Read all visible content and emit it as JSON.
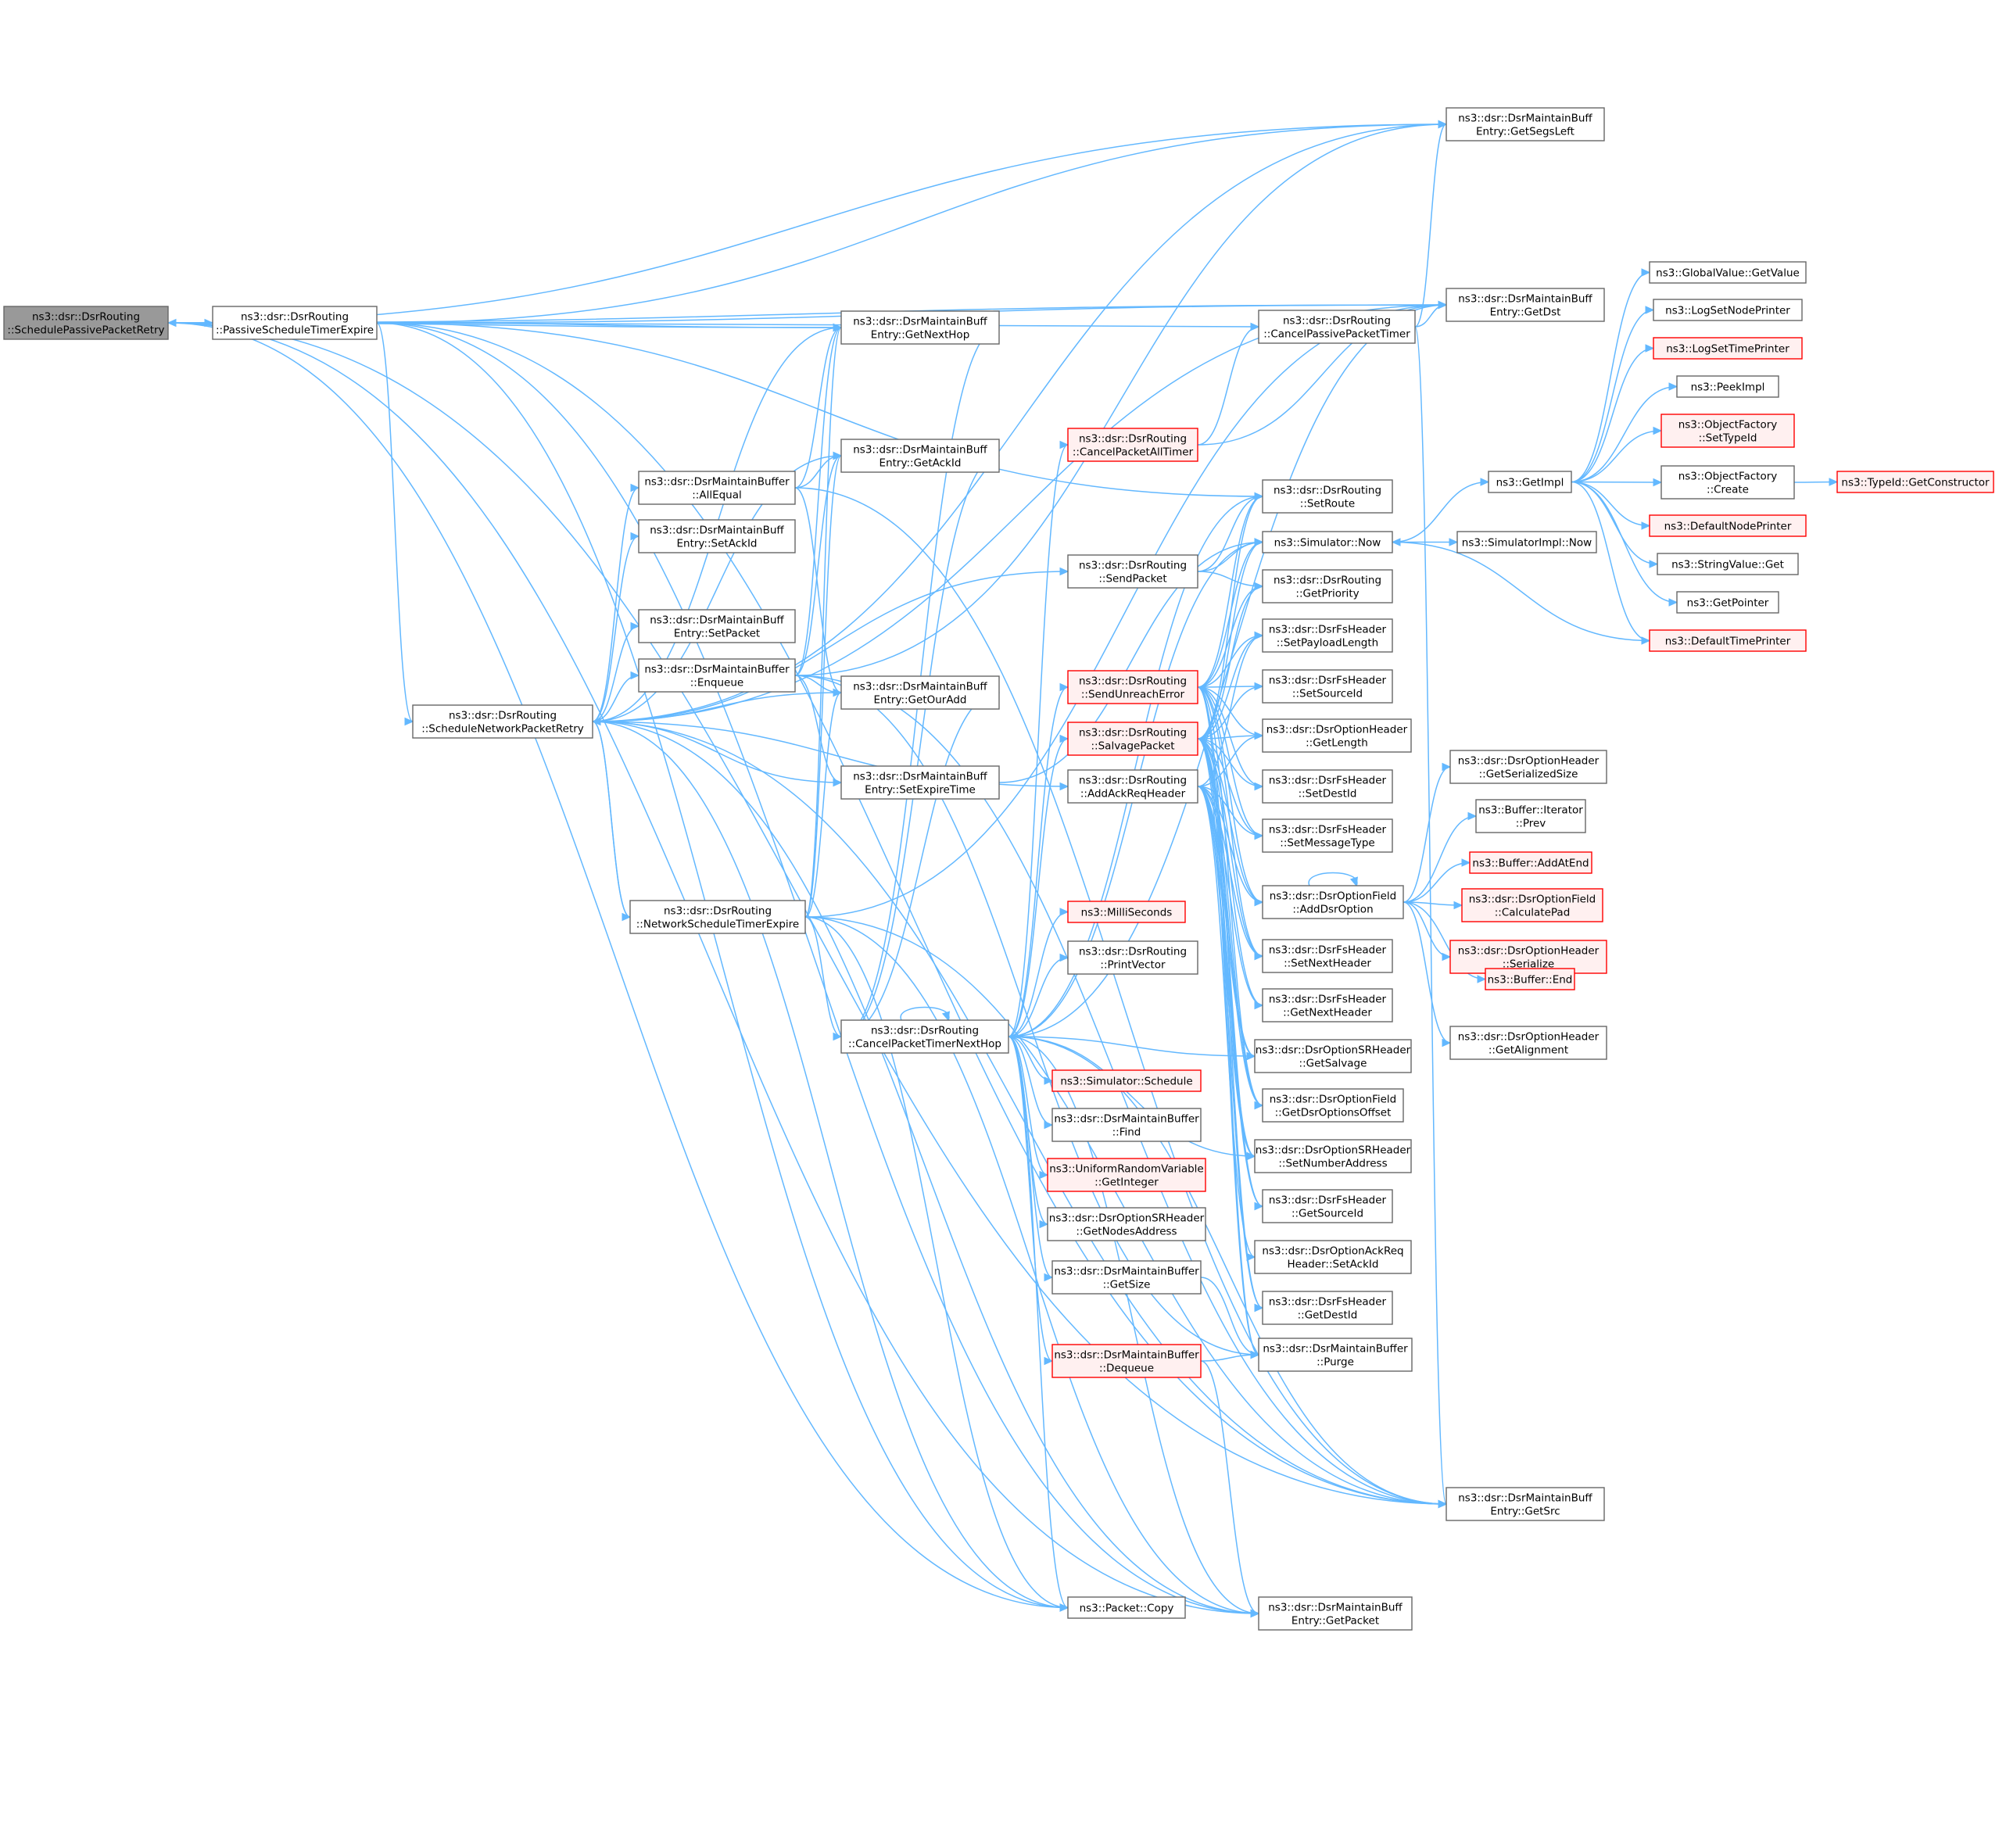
{
  "colors": {
    "edge": "#63b8ff",
    "node_fill": "#ffffff",
    "node_border": "#666666",
    "root_fill": "#999999",
    "root_border": "#666666",
    "truncated_fill": "#fff0f0",
    "truncated_border": "#ff0000",
    "text": "#000000"
  },
  "nodes": [
    {
      "id": "root",
      "lines": [
        "ns3::dsr::DsrRouting",
        "::SchedulePassivePacketRetry"
      ],
      "style": "root"
    },
    {
      "id": "passiveExpire",
      "lines": [
        "ns3::dsr::DsrRouting",
        "::PassiveScheduleTimerExpire"
      ],
      "style": "normal"
    },
    {
      "id": "schedNet",
      "lines": [
        "ns3::dsr::DsrRouting",
        "::ScheduleNetworkPacketRetry"
      ],
      "style": "normal"
    },
    {
      "id": "netExpire",
      "lines": [
        "ns3::dsr::DsrRouting",
        "::NetworkScheduleTimerExpire"
      ],
      "style": "normal"
    },
    {
      "id": "allEqual",
      "lines": [
        "ns3::dsr::DsrMaintainBuffer",
        "::AllEqual"
      ],
      "style": "normal"
    },
    {
      "id": "setAckId",
      "lines": [
        "ns3::dsr::DsrMaintainBuff",
        "Entry::SetAckId"
      ],
      "style": "normal"
    },
    {
      "id": "setPacket",
      "lines": [
        "ns3::dsr::DsrMaintainBuff",
        "Entry::SetPacket"
      ],
      "style": "normal"
    },
    {
      "id": "enqueue",
      "lines": [
        "ns3::dsr::DsrMaintainBuffer",
        "::Enqueue"
      ],
      "style": "normal"
    },
    {
      "id": "getNextHop",
      "lines": [
        "ns3::dsr::DsrMaintainBuff",
        "Entry::GetNextHop"
      ],
      "style": "normal"
    },
    {
      "id": "getAckId",
      "lines": [
        "ns3::dsr::DsrMaintainBuff",
        "Entry::GetAckId"
      ],
      "style": "normal"
    },
    {
      "id": "getOurAdd",
      "lines": [
        "ns3::dsr::DsrMaintainBuff",
        "Entry::GetOurAdd"
      ],
      "style": "normal"
    },
    {
      "id": "setExpireTime",
      "lines": [
        "ns3::dsr::DsrMaintainBuff",
        "Entry::SetExpireTime"
      ],
      "style": "normal"
    },
    {
      "id": "cancelPktTimerNH",
      "lines": [
        "ns3::dsr::DsrRouting",
        "::CancelPacketTimerNextHop"
      ],
      "style": "normal"
    },
    {
      "id": "cancelAllTimer",
      "lines": [
        "ns3::dsr::DsrRouting",
        "::CancelPacketAllTimer"
      ],
      "style": "red"
    },
    {
      "id": "sendPacket",
      "lines": [
        "ns3::dsr::DsrRouting",
        "::SendPacket"
      ],
      "style": "normal"
    },
    {
      "id": "sendUnreach",
      "lines": [
        "ns3::dsr::DsrRouting",
        "::SendUnreachError"
      ],
      "style": "red"
    },
    {
      "id": "salvage",
      "lines": [
        "ns3::dsr::DsrRouting",
        "::SalvagePacket"
      ],
      "style": "red"
    },
    {
      "id": "addAckReq",
      "lines": [
        "ns3::dsr::DsrRouting",
        "::AddAckReqHeader"
      ],
      "style": "normal"
    },
    {
      "id": "milliSeconds",
      "lines": [
        "ns3::MilliSeconds"
      ],
      "style": "red"
    },
    {
      "id": "printVector",
      "lines": [
        "ns3::dsr::DsrRouting",
        "::PrintVector"
      ],
      "style": "normal"
    },
    {
      "id": "simSchedule",
      "lines": [
        "ns3::Simulator::Schedule"
      ],
      "style": "red"
    },
    {
      "id": "find",
      "lines": [
        "ns3::dsr::DsrMaintainBuffer",
        "::Find"
      ],
      "style": "normal"
    },
    {
      "id": "getInteger",
      "lines": [
        "ns3::UniformRandomVariable",
        "::GetInteger"
      ],
      "style": "red"
    },
    {
      "id": "getNodesAddress",
      "lines": [
        "ns3::dsr::DsrOptionSRHeader",
        "::GetNodesAddress"
      ],
      "style": "normal"
    },
    {
      "id": "getSize",
      "lines": [
        "ns3::dsr::DsrMaintainBuffer",
        "::GetSize"
      ],
      "style": "normal"
    },
    {
      "id": "dequeue",
      "lines": [
        "ns3::dsr::DsrMaintainBuffer",
        "::Dequeue"
      ],
      "style": "red"
    },
    {
      "id": "packetCopy",
      "lines": [
        "ns3::Packet::Copy"
      ],
      "style": "normal"
    },
    {
      "id": "getSegsLeft",
      "lines": [
        "ns3::dsr::DsrMaintainBuff",
        "Entry::GetSegsLeft"
      ],
      "style": "normal"
    },
    {
      "id": "getDst",
      "lines": [
        "ns3::dsr::DsrMaintainBuff",
        "Entry::GetDst"
      ],
      "style": "normal"
    },
    {
      "id": "cancelPassive",
      "lines": [
        "ns3::dsr::DsrRouting",
        "::CancelPassivePacketTimer"
      ],
      "style": "normal"
    },
    {
      "id": "setRoute",
      "lines": [
        "ns3::dsr::DsrRouting",
        "::SetRoute"
      ],
      "style": "normal"
    },
    {
      "id": "simNow",
      "lines": [
        "ns3::Simulator::Now"
      ],
      "style": "normal"
    },
    {
      "id": "getPriority",
      "lines": [
        "ns3::dsr::DsrRouting",
        "::GetPriority"
      ],
      "style": "normal"
    },
    {
      "id": "setPayloadLength",
      "lines": [
        "ns3::dsr::DsrFsHeader",
        "::SetPayloadLength"
      ],
      "style": "normal"
    },
    {
      "id": "setSourceId",
      "lines": [
        "ns3::dsr::DsrFsHeader",
        "::SetSourceId"
      ],
      "style": "normal"
    },
    {
      "id": "getLength",
      "lines": [
        "ns3::dsr::DsrOptionHeader",
        "::GetLength"
      ],
      "style": "normal"
    },
    {
      "id": "setDestId",
      "lines": [
        "ns3::dsr::DsrFsHeader",
        "::SetDestId"
      ],
      "style": "normal"
    },
    {
      "id": "setMessageType",
      "lines": [
        "ns3::dsr::DsrFsHeader",
        "::SetMessageType"
      ],
      "style": "normal"
    },
    {
      "id": "addDsrOption",
      "lines": [
        "ns3::dsr::DsrOptionField",
        "::AddDsrOption"
      ],
      "style": "normal"
    },
    {
      "id": "setNextHeader",
      "lines": [
        "ns3::dsr::DsrFsHeader",
        "::SetNextHeader"
      ],
      "style": "normal"
    },
    {
      "id": "getNextHeader",
      "lines": [
        "ns3::dsr::DsrFsHeader",
        "::GetNextHeader"
      ],
      "style": "normal"
    },
    {
      "id": "getSalvage",
      "lines": [
        "ns3::dsr::DsrOptionSRHeader",
        "::GetSalvage"
      ],
      "style": "normal"
    },
    {
      "id": "getDsrOptionsOffset",
      "lines": [
        "ns3::dsr::DsrOptionField",
        "::GetDsrOptionsOffset"
      ],
      "style": "normal"
    },
    {
      "id": "setNumberAddress",
      "lines": [
        "ns3::dsr::DsrOptionSRHeader",
        "::SetNumberAddress"
      ],
      "style": "normal"
    },
    {
      "id": "getSourceId",
      "lines": [
        "ns3::dsr::DsrFsHeader",
        "::GetSourceId"
      ],
      "style": "normal"
    },
    {
      "id": "ackReqSetAckId",
      "lines": [
        "ns3::dsr::DsrOptionAckReq",
        "Header::SetAckId"
      ],
      "style": "normal"
    },
    {
      "id": "getDestId",
      "lines": [
        "ns3::dsr::DsrFsHeader",
        "::GetDestId"
      ],
      "style": "normal"
    },
    {
      "id": "purge",
      "lines": [
        "ns3::dsr::DsrMaintainBuffer",
        "::Purge"
      ],
      "style": "normal"
    },
    {
      "id": "getSrc",
      "lines": [
        "ns3::dsr::DsrMaintainBuff",
        "Entry::GetSrc"
      ],
      "style": "normal"
    },
    {
      "id": "getPacket",
      "lines": [
        "ns3::dsr::DsrMaintainBuff",
        "Entry::GetPacket"
      ],
      "style": "normal"
    },
    {
      "id": "getImpl",
      "lines": [
        "ns3::GetImpl"
      ],
      "style": "normal"
    },
    {
      "id": "simImplNow",
      "lines": [
        "ns3::SimulatorImpl::Now"
      ],
      "style": "normal"
    },
    {
      "id": "getSerializedSize",
      "lines": [
        "ns3::dsr::DsrOptionHeader",
        "::GetSerializedSize"
      ],
      "style": "normal"
    },
    {
      "id": "iterPrev",
      "lines": [
        "ns3::Buffer::Iterator",
        "::Prev"
      ],
      "style": "normal"
    },
    {
      "id": "addAtEnd",
      "lines": [
        "ns3::Buffer::AddAtEnd"
      ],
      "style": "red"
    },
    {
      "id": "calculatePad",
      "lines": [
        "ns3::dsr::DsrOptionField",
        "::CalculatePad"
      ],
      "style": "red"
    },
    {
      "id": "serialize",
      "lines": [
        "ns3::dsr::DsrOptionHeader",
        "::Serialize"
      ],
      "style": "red"
    },
    {
      "id": "bufferEnd",
      "lines": [
        "ns3::Buffer::End"
      ],
      "style": "red"
    },
    {
      "id": "getAlignment",
      "lines": [
        "ns3::dsr::DsrOptionHeader",
        "::GetAlignment"
      ],
      "style": "normal"
    },
    {
      "id": "globalGetValue",
      "lines": [
        "ns3::GlobalValue::GetValue"
      ],
      "style": "normal"
    },
    {
      "id": "logSetNodePrinter",
      "lines": [
        "ns3::LogSetNodePrinter"
      ],
      "style": "normal"
    },
    {
      "id": "logSetTimePrinter",
      "lines": [
        "ns3::LogSetTimePrinter"
      ],
      "style": "red"
    },
    {
      "id": "peekImpl",
      "lines": [
        "ns3::PeekImpl"
      ],
      "style": "normal"
    },
    {
      "id": "ofSetTypeId",
      "lines": [
        "ns3::ObjectFactory",
        "::SetTypeId"
      ],
      "style": "red"
    },
    {
      "id": "ofCreate",
      "lines": [
        "ns3::ObjectFactory",
        "::Create"
      ],
      "style": "normal"
    },
    {
      "id": "getConstructor",
      "lines": [
        "ns3::TypeId::GetConstructor"
      ],
      "style": "red"
    },
    {
      "id": "defaultNodePrinter",
      "lines": [
        "ns3::DefaultNodePrinter"
      ],
      "style": "red"
    },
    {
      "id": "stringValueGet",
      "lines": [
        "ns3::StringValue::Get"
      ],
      "style": "normal"
    },
    {
      "id": "getPointer",
      "lines": [
        "ns3::GetPointer"
      ],
      "style": "normal"
    },
    {
      "id": "defaultTimePrinter",
      "lines": [
        "ns3::DefaultTimePrinter"
      ],
      "style": "red"
    }
  ],
  "edges": [
    [
      "root",
      "passiveExpire"
    ],
    [
      "root",
      "getSegsLeft"
    ],
    [
      "root",
      "getDst"
    ],
    [
      "root",
      "getNextHop"
    ],
    [
      "root",
      "packetCopy"
    ],
    [
      "root",
      "getPacket"
    ],
    [
      "root",
      "getSrc"
    ],
    [
      "passiveExpire",
      "root"
    ],
    [
      "passiveExpire",
      "getSegsLeft"
    ],
    [
      "passiveExpire",
      "getDst"
    ],
    [
      "passiveExpire",
      "getNextHop"
    ],
    [
      "passiveExpire",
      "cancelPassive"
    ],
    [
      "passiveExpire",
      "setRoute"
    ],
    [
      "passiveExpire",
      "schedNet"
    ],
    [
      "passiveExpire",
      "packetCopy"
    ],
    [
      "passiveExpire",
      "getPacket"
    ],
    [
      "passiveExpire",
      "getSrc"
    ],
    [
      "schedNet",
      "allEqual"
    ],
    [
      "schedNet",
      "setAckId"
    ],
    [
      "schedNet",
      "setPacket"
    ],
    [
      "schedNet",
      "enqueue"
    ],
    [
      "schedNet",
      "getNextHop"
    ],
    [
      "schedNet",
      "getAckId"
    ],
    [
      "schedNet",
      "getOurAdd"
    ],
    [
      "schedNet",
      "setExpireTime"
    ],
    [
      "schedNet",
      "getDst"
    ],
    [
      "schedNet",
      "getSegsLeft"
    ],
    [
      "schedNet",
      "sendPacket"
    ],
    [
      "schedNet",
      "addAckReq"
    ],
    [
      "schedNet",
      "netExpire"
    ],
    [
      "schedNet",
      "packetCopy"
    ],
    [
      "schedNet",
      "getPacket"
    ],
    [
      "schedNet",
      "getSrc"
    ],
    [
      "netExpire",
      "schedNet"
    ],
    [
      "netExpire",
      "cancelPktTimerNH"
    ],
    [
      "netExpire",
      "getNextHop"
    ],
    [
      "netExpire",
      "getAckId"
    ],
    [
      "netExpire",
      "getOurAdd"
    ],
    [
      "netExpire",
      "getDst"
    ],
    [
      "netExpire",
      "packetCopy"
    ],
    [
      "netExpire",
      "getPacket"
    ],
    [
      "netExpire",
      "getSrc"
    ],
    [
      "allEqual",
      "getNextHop"
    ],
    [
      "allEqual",
      "getAckId"
    ],
    [
      "allEqual",
      "getOurAdd"
    ],
    [
      "allEqual",
      "getSrc"
    ],
    [
      "enqueue",
      "getNextHop"
    ],
    [
      "enqueue",
      "getAckId"
    ],
    [
      "enqueue",
      "getOurAdd"
    ],
    [
      "enqueue",
      "setExpireTime"
    ],
    [
      "enqueue",
      "getSegsLeft"
    ],
    [
      "enqueue",
      "purge"
    ],
    [
      "enqueue",
      "getSrc"
    ],
    [
      "setExpireTime",
      "simNow"
    ],
    [
      "cancelPktTimerNH",
      "cancelPktTimerNH"
    ],
    [
      "cancelPktTimerNH",
      "cancelAllTimer"
    ],
    [
      "cancelPktTimerNH",
      "sendUnreach"
    ],
    [
      "cancelPktTimerNH",
      "salvage"
    ],
    [
      "cancelPktTimerNH",
      "milliSeconds"
    ],
    [
      "cancelPktTimerNH",
      "printVector"
    ],
    [
      "cancelPktTimerNH",
      "simSchedule"
    ],
    [
      "cancelPktTimerNH",
      "find"
    ],
    [
      "cancelPktTimerNH",
      "getInteger"
    ],
    [
      "cancelPktTimerNH",
      "getNodesAddress"
    ],
    [
      "cancelPktTimerNH",
      "getSize"
    ],
    [
      "cancelPktTimerNH",
      "dequeue"
    ],
    [
      "cancelPktTimerNH",
      "packetCopy"
    ],
    [
      "cancelPktTimerNH",
      "getPacket"
    ],
    [
      "cancelPktTimerNH",
      "getSrc"
    ],
    [
      "cancelPktTimerNH",
      "getNextHop"
    ],
    [
      "cancelPktTimerNH",
      "getDst"
    ],
    [
      "cancelPktTimerNH",
      "getOurAdd"
    ],
    [
      "cancelPktTimerNH",
      "getAckId"
    ],
    [
      "cancelPktTimerNH",
      "setRoute"
    ],
    [
      "cancelPktTimerNH",
      "getSalvage"
    ],
    [
      "cancelPktTimerNH",
      "setNumberAddress"
    ],
    [
      "cancelPktTimerNH",
      "simNow"
    ],
    [
      "cancelAllTimer",
      "cancelPassive"
    ],
    [
      "cancelAllTimer",
      "getDst"
    ],
    [
      "cancelPassive",
      "getSegsLeft"
    ],
    [
      "cancelPassive",
      "getDst"
    ],
    [
      "cancelPassive",
      "getSrc"
    ],
    [
      "sendPacket",
      "setRoute"
    ],
    [
      "sendPacket",
      "simNow"
    ],
    [
      "sendPacket",
      "getPriority"
    ],
    [
      "sendUnreach",
      "setRoute"
    ],
    [
      "sendUnreach",
      "simNow"
    ],
    [
      "sendUnreach",
      "getPriority"
    ],
    [
      "sendUnreach",
      "setPayloadLength"
    ],
    [
      "sendUnreach",
      "setSourceId"
    ],
    [
      "sendUnreach",
      "getLength"
    ],
    [
      "sendUnreach",
      "setDestId"
    ],
    [
      "sendUnreach",
      "setMessageType"
    ],
    [
      "sendUnreach",
      "addDsrOption"
    ],
    [
      "sendUnreach",
      "setNextHeader"
    ],
    [
      "sendUnreach",
      "getDsrOptionsOffset"
    ],
    [
      "sendUnreach",
      "setNumberAddress"
    ],
    [
      "sendUnreach",
      "purge"
    ],
    [
      "salvage",
      "setRoute"
    ],
    [
      "salvage",
      "simNow"
    ],
    [
      "salvage",
      "getPriority"
    ],
    [
      "salvage",
      "setPayloadLength"
    ],
    [
      "salvage",
      "setSourceId"
    ],
    [
      "salvage",
      "getLength"
    ],
    [
      "salvage",
      "setDestId"
    ],
    [
      "salvage",
      "setMessageType"
    ],
    [
      "salvage",
      "addDsrOption"
    ],
    [
      "salvage",
      "setNextHeader"
    ],
    [
      "salvage",
      "getNextHeader"
    ],
    [
      "salvage",
      "getSalvage"
    ],
    [
      "salvage",
      "getDsrOptionsOffset"
    ],
    [
      "salvage",
      "setNumberAddress"
    ],
    [
      "salvage",
      "getSourceId"
    ],
    [
      "salvage",
      "getDestId"
    ],
    [
      "salvage",
      "purge"
    ],
    [
      "addAckReq",
      "setPayloadLength"
    ],
    [
      "addAckReq",
      "getLength"
    ],
    [
      "addAckReq",
      "setMessageType"
    ],
    [
      "addAckReq",
      "addDsrOption"
    ],
    [
      "addAckReq",
      "setNextHeader"
    ],
    [
      "addAckReq",
      "getNextHeader"
    ],
    [
      "addAckReq",
      "getDsrOptionsOffset"
    ],
    [
      "addAckReq",
      "setNumberAddress"
    ],
    [
      "addAckReq",
      "getSourceId"
    ],
    [
      "addAckReq",
      "ackReqSetAckId"
    ],
    [
      "addAckReq",
      "getDestId"
    ],
    [
      "addAckReq",
      "getSalvage"
    ],
    [
      "getSize",
      "purge"
    ],
    [
      "dequeue",
      "purge"
    ],
    [
      "dequeue",
      "getPacket"
    ],
    [
      "addDsrOption",
      "addDsrOption"
    ],
    [
      "addDsrOption",
      "getSerializedSize"
    ],
    [
      "addDsrOption",
      "iterPrev"
    ],
    [
      "addDsrOption",
      "addAtEnd"
    ],
    [
      "addDsrOption",
      "calculatePad"
    ],
    [
      "addDsrOption",
      "serialize"
    ],
    [
      "addDsrOption",
      "bufferEnd"
    ],
    [
      "addDsrOption",
      "getAlignment"
    ],
    [
      "serialize",
      "bufferEnd"
    ],
    [
      "simNow",
      "getImpl"
    ],
    [
      "simNow",
      "simImplNow"
    ],
    [
      "getImpl",
      "globalGetValue"
    ],
    [
      "getImpl",
      "logSetNodePrinter"
    ],
    [
      "getImpl",
      "logSetTimePrinter"
    ],
    [
      "getImpl",
      "peekImpl"
    ],
    [
      "getImpl",
      "ofSetTypeId"
    ],
    [
      "getImpl",
      "ofCreate"
    ],
    [
      "getImpl",
      "defaultNodePrinter"
    ],
    [
      "getImpl",
      "stringValueGet"
    ],
    [
      "getImpl",
      "getPointer"
    ],
    [
      "getImpl",
      "defaultTimePrinter"
    ],
    [
      "ofCreate",
      "getConstructor"
    ],
    [
      "defaultTimePrinter",
      "simNow"
    ]
  ]
}
